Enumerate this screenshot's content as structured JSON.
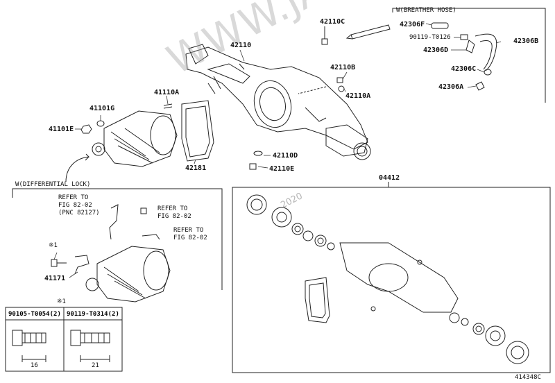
{
  "callouts": {
    "p42110C": "42110C",
    "p42110": "42110",
    "p42110B": "42110B",
    "p42110A": "42110A",
    "p42110D": "42110D",
    "p42110E": "42110E",
    "p41110A": "41110A",
    "p41101G": "41101G",
    "p41101E": "41101E",
    "p42181": "42181",
    "p04412": "04412",
    "p41171": "41171"
  },
  "breather": {
    "title": "W(BREATHER HOSE)",
    "p42306F": "42306F",
    "p90119": "90119-T0126",
    "p42306D": "42306D",
    "p42306B": "42306B",
    "p42306C": "42306C",
    "p42306A": "42306A"
  },
  "diff_lock": {
    "title": "W(DIFFERENTIAL LOCK)",
    "refer1_line1": "REFER TO",
    "refer1_line2": "FIG 82-02",
    "refer1_line3": "(PNC 82127)",
    "refer2_line1": "REFER TO",
    "refer2_line2": "FIG 82-02",
    "refer3_line1": "REFER TO",
    "refer3_line2": "FIG 82-02",
    "star_mark": "※1"
  },
  "bolt_table": {
    "star_mark": "※1",
    "col1_header": "90105-T0054(2)",
    "col2_header": "90119-T0314(2)",
    "col1_dim": "16",
    "col2_dim": "21"
  },
  "watermark": "WWW.JAPANCATS.RU",
  "watermark_year": "2020",
  "figure_id": "414348C"
}
